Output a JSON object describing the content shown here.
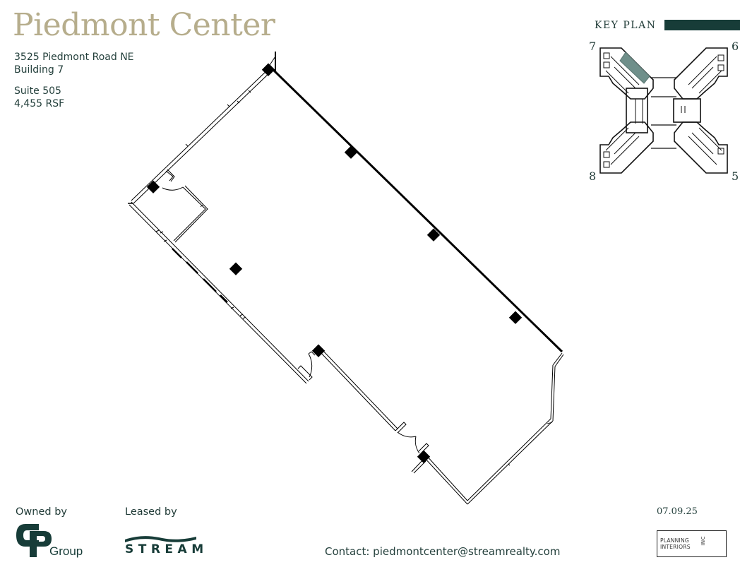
{
  "header": {
    "title": "Piedmont Center",
    "address_line1": "3525 Piedmont Road NE",
    "address_line2": "Building 7",
    "suite": "Suite 505",
    "area": "4,455 RSF"
  },
  "key_plan": {
    "label": "KEY PLAN",
    "building_numbers": [
      "7",
      "6",
      "8",
      "5"
    ],
    "highlighted_building": "7",
    "highlight_color": "#6f8f8a",
    "bar_color": "#173c38"
  },
  "floor_plan": {
    "icons": [
      "column-icon",
      "door-swing-icon",
      "window-mullion-icon"
    ],
    "column_count": 8
  },
  "footer": {
    "owned_by_label": "Owned by",
    "owner_logo_text": "Group",
    "leased_by_label": "Leased by",
    "leasing_logo_text": "STREAM",
    "contact": "Contact: piedmontcenter@streamrealty.com",
    "date": "07.09.25",
    "architect_logo_line1": "PLANNING",
    "architect_logo_line2": "INTERIORS",
    "architect_logo_suffix": "INC"
  },
  "colors": {
    "title_gold": "#b6ad8c",
    "brand_dark_green": "#173c38",
    "text_dark": "#24403c"
  }
}
